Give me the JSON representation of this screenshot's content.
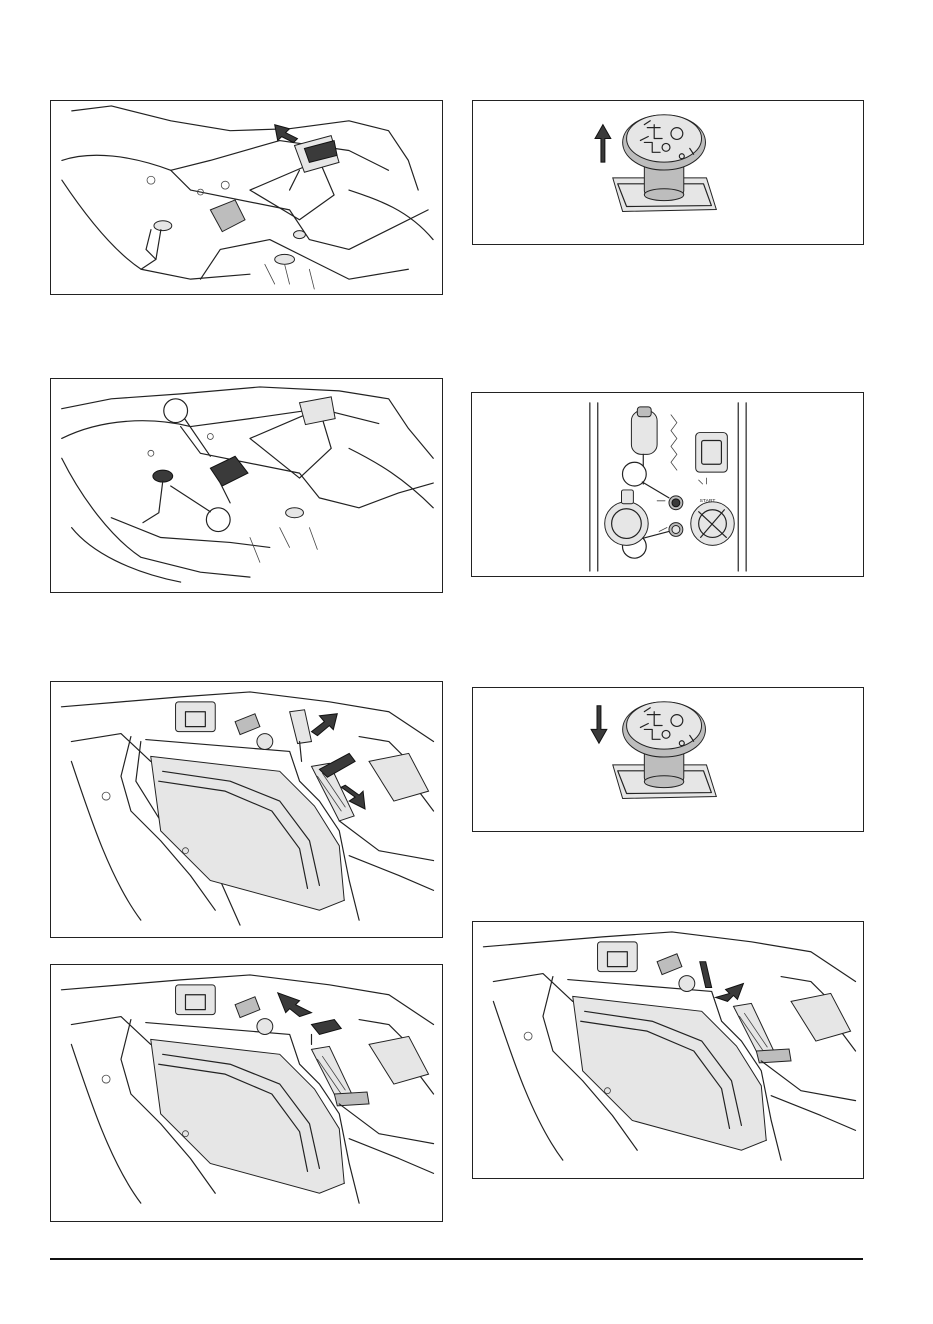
{
  "figures": [
    {
      "id": "fig-seat-cover-remove",
      "callouts": []
    },
    {
      "id": "fig-pto-knob-pull",
      "callouts": []
    },
    {
      "id": "fig-seat-levers-callouts",
      "callouts": [
        "",
        ""
      ]
    },
    {
      "id": "fig-dashboard-lamps",
      "callouts": [
        "",
        ""
      ],
      "panel_label": "START"
    },
    {
      "id": "fig-lever-move-both",
      "callouts": []
    },
    {
      "id": "fig-pto-knob-push",
      "callouts": []
    },
    {
      "id": "fig-lever-forward",
      "callouts": []
    },
    {
      "id": "fig-lever-back",
      "callouts": []
    }
  ],
  "icons": {
    "arrow": "direction-arrow-icon",
    "knob": "pto-knob-icon",
    "lamp": "indicator-lamp-icon"
  },
  "colors": {
    "line": "#222222",
    "dark": "#3a3a3a",
    "grey": "#bdbdbd",
    "light": "#e6e6e6"
  }
}
